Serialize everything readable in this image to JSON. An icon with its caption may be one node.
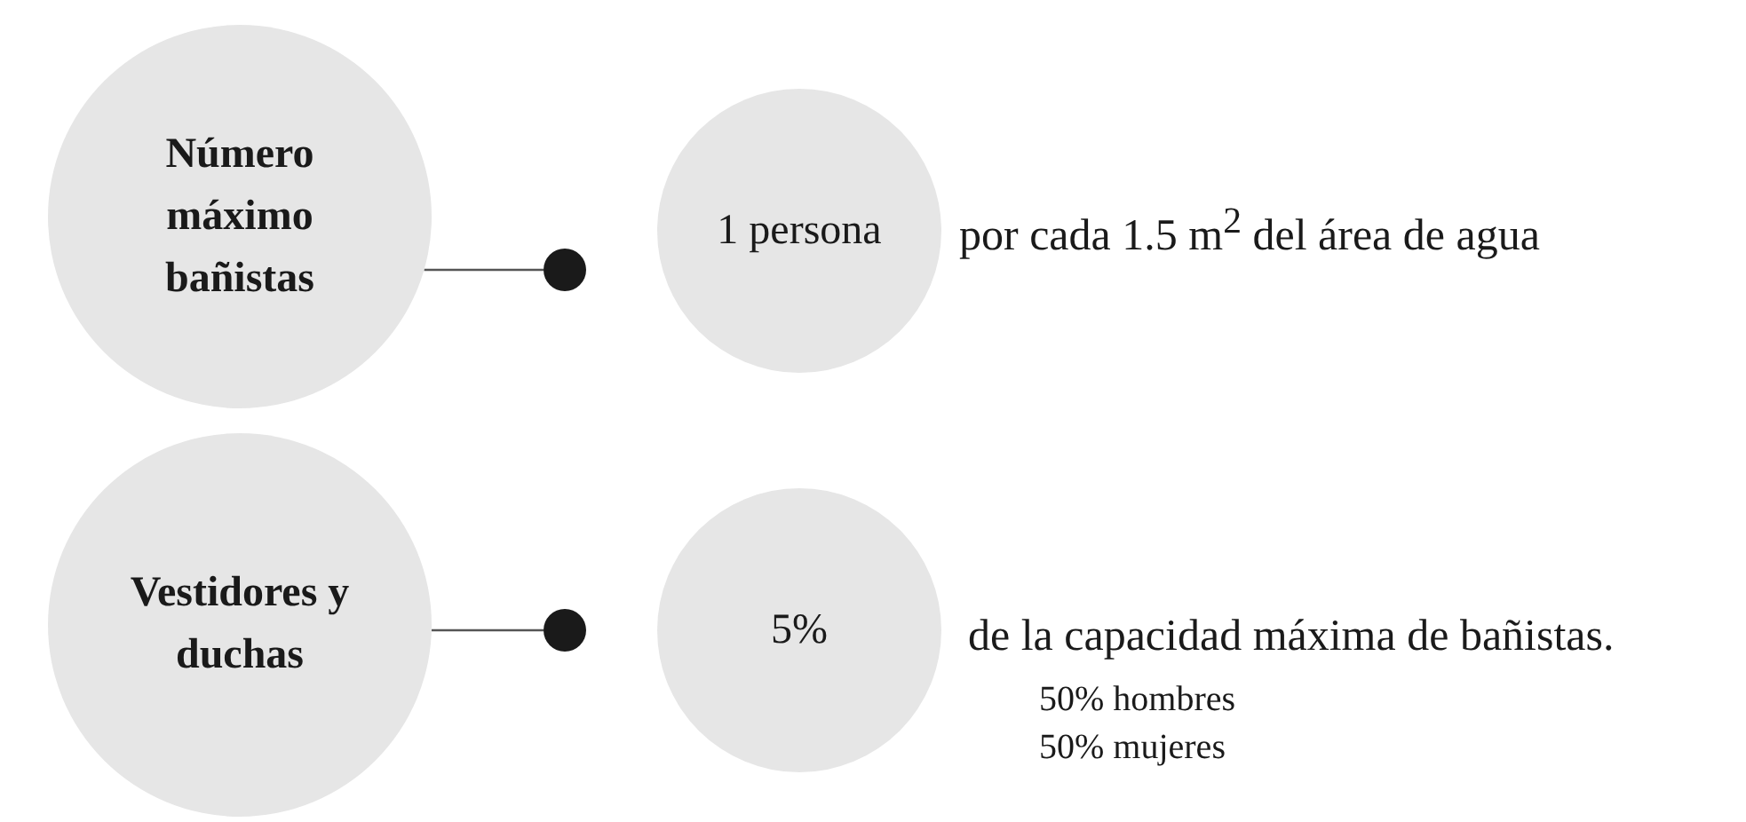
{
  "diagram": {
    "nodes": [
      {
        "text": [
          "Número máximo bañistas"
        ]
      },
      {
        "text": [],
        "shape": "circle"
      },
      {
        "text": [
          "1 persona"
        ],
        "beside": [
          "por cada 1.5 m$^{2}$ del área de agua"
        ]
      },
      {
        "text": [
          "Vestidores y duchas"
        ]
      },
      {
        "text": [],
        "shape": "circle"
      },
      {
        "text": [
          "5%"
        ],
        "beside": [
          "de la capacidad máxima de bañistas.",
          "50% hombres",
          "50% mujeres"
        ]
      }
    ],
    "edges": [
      {
        "from": 0,
        "to": 1,
        "arrow": "none"
      },
      {
        "from": 3,
        "to": 4,
        "arrow": "none"
      }
    ]
  }
}
